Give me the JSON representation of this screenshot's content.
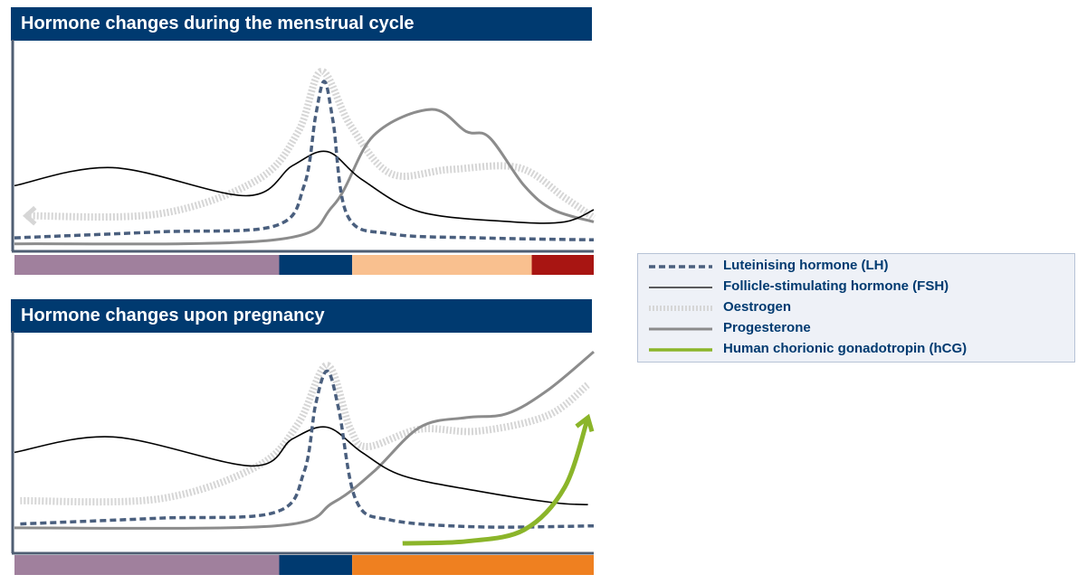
{
  "chart_data": [
    {
      "type": "line",
      "title": "Hormone changes during the menstrual cycle",
      "xlabel": "",
      "ylabel": "",
      "series": [
        {
          "name": "Luteinising hormone (LH)",
          "key": "lh",
          "color": "#4a5f7e",
          "points": [
            [
              0,
              0.04
            ],
            [
              0.25,
              0.07
            ],
            [
              0.45,
              0.1
            ],
            [
              0.5,
              0.3
            ],
            [
              0.52,
              0.65
            ],
            [
              0.535,
              0.82
            ],
            [
              0.55,
              0.62
            ],
            [
              0.575,
              0.15
            ],
            [
              0.65,
              0.06
            ],
            [
              0.8,
              0.04
            ],
            [
              1,
              0.03
            ]
          ]
        },
        {
          "name": "Follicle-stimulating hormone (FSH)",
          "key": "fsh",
          "color": "#000000",
          "points": [
            [
              0,
              0.3
            ],
            [
              0.17,
              0.39
            ],
            [
              0.4,
              0.25
            ],
            [
              0.48,
              0.4
            ],
            [
              0.54,
              0.47
            ],
            [
              0.6,
              0.33
            ],
            [
              0.7,
              0.17
            ],
            [
              0.86,
              0.12
            ],
            [
              0.95,
              0.12
            ],
            [
              1,
              0.18
            ]
          ]
        },
        {
          "name": "Oestrogen",
          "key": "oestrogen",
          "color": "#d6d6d6",
          "points": [
            [
              0.02,
              0.15
            ],
            [
              0.25,
              0.16
            ],
            [
              0.42,
              0.33
            ],
            [
              0.49,
              0.57
            ],
            [
              0.53,
              0.87
            ],
            [
              0.58,
              0.6
            ],
            [
              0.65,
              0.36
            ],
            [
              0.75,
              0.38
            ],
            [
              0.87,
              0.39
            ],
            [
              0.95,
              0.24
            ],
            [
              1,
              0.14
            ]
          ]
        },
        {
          "name": "Progesterone",
          "key": "progesterone",
          "color": "#8c8c8c",
          "points": [
            [
              0,
              0.01
            ],
            [
              0.45,
              0.03
            ],
            [
              0.55,
              0.2
            ],
            [
              0.62,
              0.55
            ],
            [
              0.72,
              0.68
            ],
            [
              0.78,
              0.57
            ],
            [
              0.82,
              0.54
            ],
            [
              0.88,
              0.3
            ],
            [
              0.93,
              0.18
            ],
            [
              1,
              0.12
            ]
          ]
        }
      ],
      "phase_bar": [
        {
          "start": 0.0,
          "end": 0.457,
          "color": "#a0809d"
        },
        {
          "start": 0.457,
          "end": 0.583,
          "color": "#003a70"
        },
        {
          "start": 0.583,
          "end": 0.893,
          "color": "#f9c08f"
        },
        {
          "start": 0.893,
          "end": 1.0,
          "color": "#a81512"
        }
      ],
      "grid": false
    },
    {
      "type": "line",
      "title": "Hormone changes upon pregnancy",
      "xlabel": "",
      "ylabel": "",
      "series": [
        {
          "name": "Luteinising hormone (LH)",
          "key": "lh",
          "color": "#4a5f7e",
          "points": [
            [
              0.01,
              0.03
            ],
            [
              0.25,
              0.06
            ],
            [
              0.45,
              0.09
            ],
            [
              0.5,
              0.3
            ],
            [
              0.52,
              0.65
            ],
            [
              0.54,
              0.82
            ],
            [
              0.56,
              0.62
            ],
            [
              0.59,
              0.15
            ],
            [
              0.65,
              0.05
            ],
            [
              0.8,
              0.015
            ],
            [
              1,
              0.02
            ]
          ]
        },
        {
          "name": "Follicle-stimulating hormone (FSH)",
          "key": "fsh",
          "color": "#000000",
          "points": [
            [
              0,
              0.4
            ],
            [
              0.17,
              0.48
            ],
            [
              0.41,
              0.33
            ],
            [
              0.48,
              0.47
            ],
            [
              0.54,
              0.53
            ],
            [
              0.6,
              0.4
            ],
            [
              0.67,
              0.28
            ],
            [
              0.8,
              0.2
            ],
            [
              0.93,
              0.14
            ],
            [
              0.99,
              0.13
            ]
          ]
        },
        {
          "name": "Oestrogen",
          "key": "oestrogen",
          "color": "#d6d6d6",
          "points": [
            [
              0.01,
              0.15
            ],
            [
              0.25,
              0.16
            ],
            [
              0.42,
              0.33
            ],
            [
              0.49,
              0.55
            ],
            [
              0.54,
              0.85
            ],
            [
              0.58,
              0.52
            ],
            [
              0.61,
              0.43
            ],
            [
              0.7,
              0.52
            ],
            [
              0.8,
              0.51
            ],
            [
              0.92,
              0.59
            ],
            [
              0.99,
              0.75
            ]
          ]
        },
        {
          "name": "Progesterone",
          "key": "progesterone",
          "color": "#8c8c8c",
          "points": [
            [
              0,
              0.01
            ],
            [
              0.45,
              0.02
            ],
            [
              0.55,
              0.14
            ],
            [
              0.62,
              0.3
            ],
            [
              0.7,
              0.53
            ],
            [
              0.78,
              0.58
            ],
            [
              0.85,
              0.6
            ],
            [
              0.92,
              0.72
            ],
            [
              1,
              0.92
            ]
          ]
        },
        {
          "name": "Human chorionic gonadotropin (hCG)",
          "key": "hcg",
          "color": "#8bb52a",
          "points": [
            [
              0.67,
              -0.07
            ],
            [
              0.78,
              -0.06
            ],
            [
              0.88,
              0.0
            ],
            [
              0.95,
              0.22
            ],
            [
              0.99,
              0.58
            ]
          ]
        }
      ],
      "phase_bar": [
        {
          "start": 0.0,
          "end": 0.457,
          "color": "#a0809d"
        },
        {
          "start": 0.457,
          "end": 0.583,
          "color": "#003a70"
        },
        {
          "start": 0.583,
          "end": 1.0,
          "color": "#ef8020"
        }
      ],
      "grid": false
    }
  ],
  "legend": [
    {
      "key": "lh",
      "label": "Luteinising hormone (LH)"
    },
    {
      "key": "fsh",
      "label": "Follicle-stimulating hormone (FSH)"
    },
    {
      "key": "oestrogen",
      "label": "Oestrogen"
    },
    {
      "key": "progesterone",
      "label": "Progesterone"
    },
    {
      "key": "hcg",
      "label": "Human chorionic gonadotropin (hCG)"
    }
  ],
  "colors": {
    "title_bg": "#003a70",
    "axis": "#4f5e73"
  }
}
